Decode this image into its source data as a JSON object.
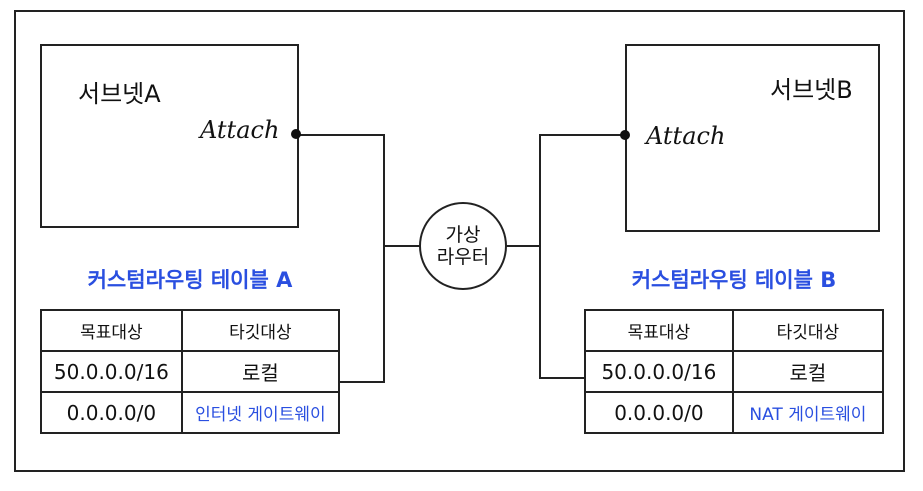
{
  "subnet_a": {
    "title": "서브넷A",
    "attach": "Attach"
  },
  "subnet_b": {
    "title": "서브넷B",
    "attach": "Attach"
  },
  "router": {
    "line1": "가상",
    "line2": "라우터"
  },
  "route_table_a": {
    "title": "커스텀라우팅 테이블 A",
    "headers": [
      "목표대상",
      "타깃대상"
    ],
    "rows": [
      [
        "50.0.0.0/16",
        "로컬"
      ],
      [
        "0.0.0.0/0",
        "인터넷 게이트웨이"
      ]
    ]
  },
  "route_table_b": {
    "title": "커스텀라우팅 테이블 B",
    "headers": [
      "목표대상",
      "타깃대상"
    ],
    "rows": [
      [
        "50.0.0.0/16",
        "로컬"
      ],
      [
        "0.0.0.0/0",
        "NAT 게이트웨이"
      ]
    ]
  },
  "colors": {
    "accent": "#2a4fe0",
    "line": "#222222"
  }
}
